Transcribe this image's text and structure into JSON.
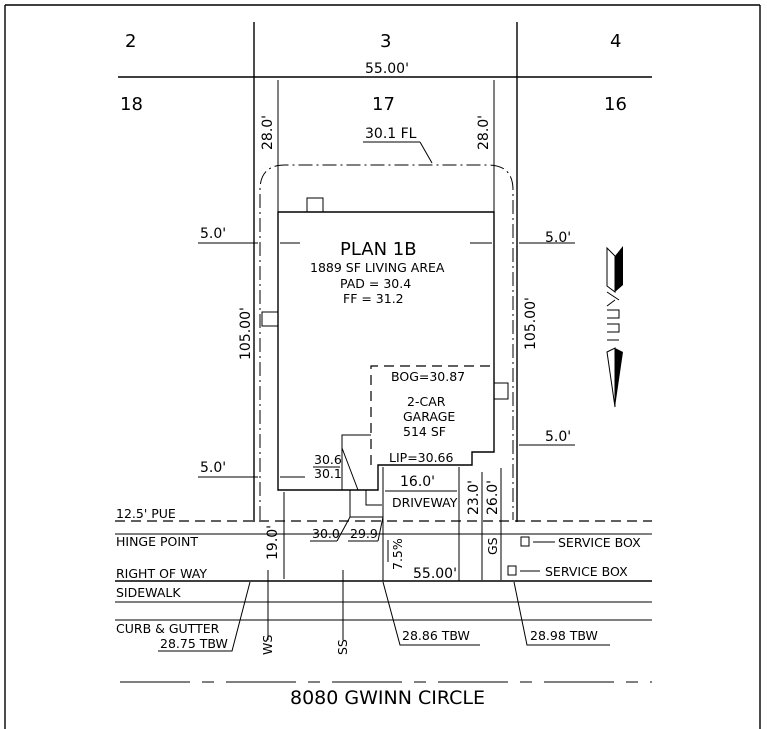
{
  "lots": {
    "top_left": "2",
    "top_mid": "3",
    "top_right": "4",
    "left": "18",
    "subject": "17",
    "right": "16"
  },
  "rear_width": "55.00'",
  "front_width": "55.00'",
  "rear_setback_left": "28.0'",
  "rear_setback_right": "28.0'",
  "floor_line": "30.1 FL",
  "side_setback_left_top": "5.0'",
  "side_setback_right_top": "5.0'",
  "side_setback_left_bottom": "5.0'",
  "side_setback_right_bottom": "5.0'",
  "depth_left": "105.00'",
  "depth_right": "105.00'",
  "house": {
    "plan": "PLAN 1B",
    "living_area": "1889 SF LIVING AREA",
    "pad": "PAD = 30.4",
    "ff": "FF = 31.2"
  },
  "garage": {
    "bog": "BOG=30.87",
    "line1": "2-CAR",
    "line2": "GARAGE",
    "area": "514 SF",
    "lip": "LIP=30.66"
  },
  "elevations": {
    "e1": "30.6",
    "e2": "30.1",
    "e3": "30.0",
    "e4": "29.9"
  },
  "driveway": {
    "width": "16.0'",
    "label": "DRIVEWAY",
    "slope": "7.5%",
    "d23": "23.0'",
    "d26": "26.0'"
  },
  "front_setback": "19.0'",
  "utilities": {
    "gs": "GS",
    "ws": "WS",
    "ss": "SS",
    "service_box_1": "SERVICE BOX",
    "service_box_2": "SERVICE BOX"
  },
  "labels": {
    "pue": "12.5' PUE",
    "hinge": "HINGE POINT",
    "row": "RIGHT OF WAY",
    "sidewalk": "SIDEWALK",
    "curb": "CURB & GUTTER"
  },
  "tbw": {
    "left": "28.75 TBW",
    "mid": "28.86 TBW",
    "right": "28.98 TBW"
  },
  "street": "8080 GWINN CIRCLE",
  "north_arrow": "north-arrow"
}
